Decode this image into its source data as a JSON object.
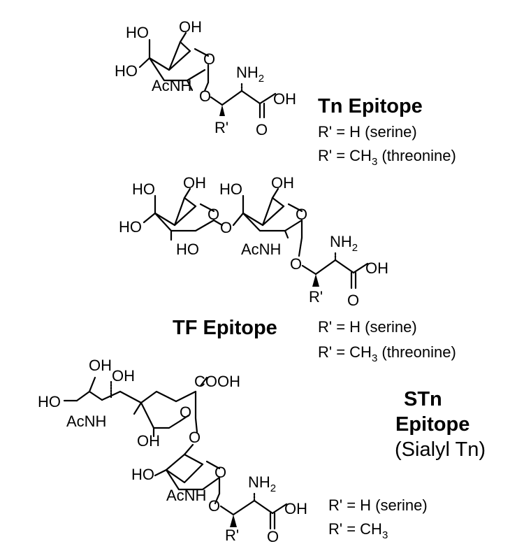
{
  "structures": [
    {
      "id": "tn",
      "title": "Tn  Epitope",
      "atoms": {
        "oh6": "OH",
        "ho4": "HO",
        "ho3": "HO",
        "ring_o": "O",
        "acnh": "AcNH",
        "gly_o": "O",
        "nh2": "NH",
        "nh2_sub": "2",
        "oh_acid": "OH",
        "o_carbonyl": "O",
        "r": "R'"
      },
      "notes": [
        {
          "text": "R' = H (serine)"
        },
        {
          "text": "R' = CH",
          "sub": "3",
          "after": " (threonine)"
        }
      ]
    },
    {
      "id": "tf",
      "title": "TF  Epitope",
      "atoms": {
        "gal_ho4": "HO",
        "gal_oh6": "OH",
        "gal_ho3": "HO",
        "gal_ring_o": "O",
        "gal_ho2": "HO",
        "link_o": "O",
        "galnac_ho4": "HO",
        "galnac_oh6": "OH",
        "galnac_ring_o": "O",
        "acnh": "AcNH",
        "gly_o": "O",
        "nh2": "NH",
        "nh2_sub": "2",
        "oh_acid": "OH",
        "o_carbonyl": "O",
        "r": "R'"
      },
      "notes": [
        {
          "text": "R' = H (serine)"
        },
        {
          "text": "R' = CH",
          "sub": "3",
          "after": " (threonine)"
        }
      ]
    },
    {
      "id": "stn",
      "title_lines": [
        "STn",
        "Epitope"
      ],
      "subtitle": "(Sialyl Tn)",
      "atoms": {
        "oh_a": "OH",
        "oh_b": "OH",
        "ho_side": "HO",
        "acnh_sia": "AcNH",
        "cooh": "COOH",
        "sia_ring_o": "O",
        "oh_sia4": "OH",
        "link_o": "O",
        "ho4": "HO",
        "ring_o": "O",
        "acnh": "AcNH",
        "gly_o": "O",
        "nh2": "NH",
        "nh2_sub": "2",
        "oh_acid": "OH",
        "o_carbonyl": "O",
        "r": "R'"
      },
      "notes": [
        {
          "text": "R' = H (serine)"
        },
        {
          "text": "R' = CH",
          "sub": "3"
        }
      ]
    }
  ]
}
